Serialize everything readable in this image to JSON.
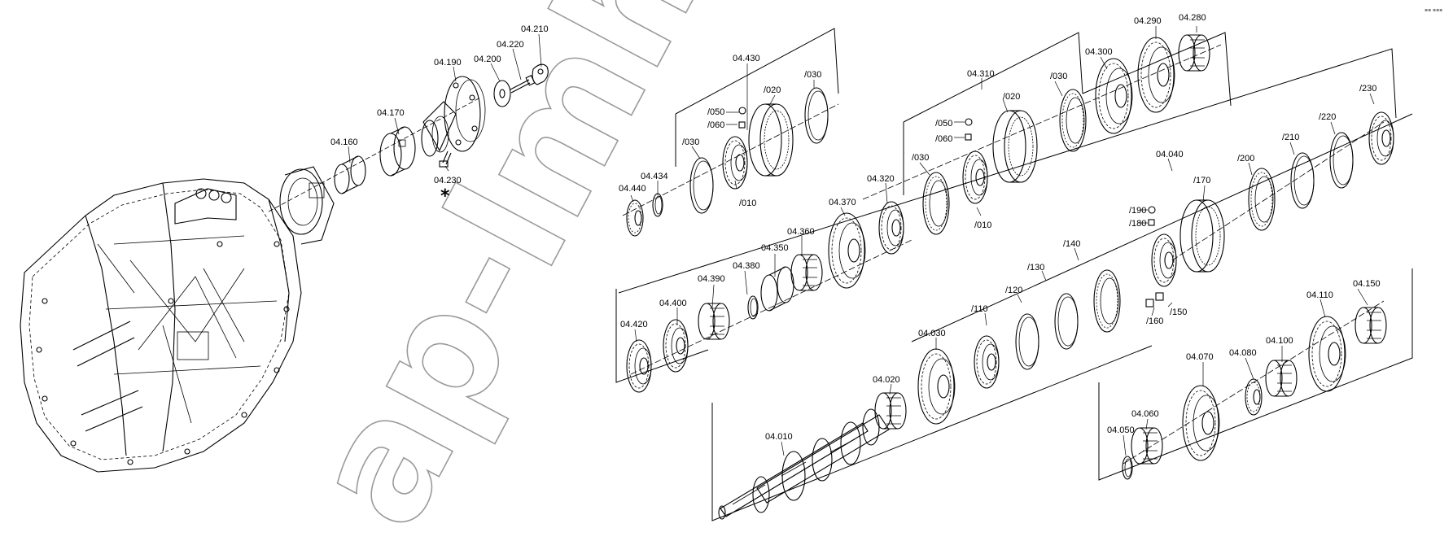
{
  "diagram": {
    "labels": {
      "l04_210": "04.210",
      "l04_220": "04.220",
      "l04_200": "04.200",
      "l04_190": "04.190",
      "l04_170": "04.170",
      "l04_160": "04.160",
      "l04_230": "04.230",
      "l04_430": "04.430",
      "l030a": "/030",
      "l050a": "/050",
      "l060a": "/060",
      "l020a": "/020",
      "l030b": "/030",
      "l04_434": "04.434",
      "l04_440": "04.440",
      "l010a": "/010",
      "l04_310": "04.310",
      "l04_300": "04.300",
      "l04_290": "04.290",
      "l04_280": "04.280",
      "l020b": "/020",
      "l030c": "/030",
      "l050b": "/050",
      "l060b": "/060",
      "l030d": "/030",
      "l010b": "/010",
      "l04_320": "04.320",
      "l04_370": "04.370",
      "l04_360": "04.360",
      "l04_350": "04.350",
      "l04_380": "04.380",
      "l04_390": "04.390",
      "l04_400": "04.400",
      "l04_420": "04.420",
      "l04_040": "04.040",
      "l230": "/230",
      "l220": "/220",
      "l210": "/210",
      "l200": "/200",
      "l170": "/170",
      "l190": "/190",
      "l180": "/180",
      "l140": "/140",
      "l130": "/130",
      "l120": "/120",
      "l110": "/110",
      "l150": "/150",
      "l160": "/160",
      "l04_030": "04.030",
      "l04_020": "04.020",
      "l04_010": "04.010",
      "l04_150": "04.150",
      "l04_110": "04.110",
      "l04_100": "04.100",
      "l04_080": "04.080",
      "l04_070": "04.070",
      "l04_060": "04.060",
      "l04_050": "04.050"
    },
    "note_marker": "*",
    "watermark": "ap-lmh.ru",
    "corner_mark": "▪▪ ▪▪▪"
  }
}
